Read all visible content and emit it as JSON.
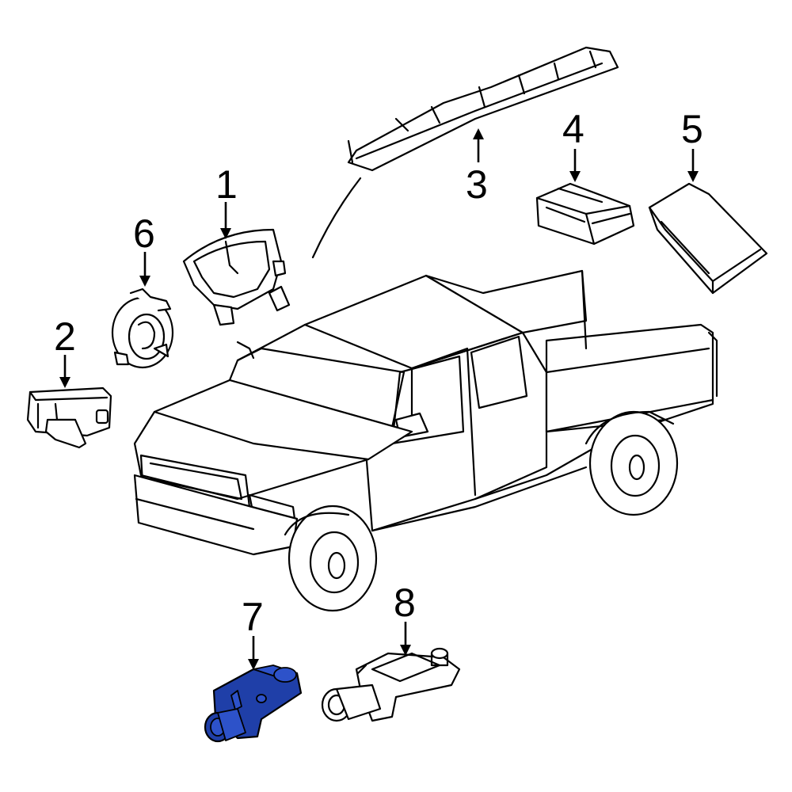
{
  "diagram": {
    "highlight_color": "#1f3fa8",
    "callouts": [
      {
        "id": "1",
        "label": "1"
      },
      {
        "id": "2",
        "label": "2"
      },
      {
        "id": "3",
        "label": "3"
      },
      {
        "id": "4",
        "label": "4"
      },
      {
        "id": "5",
        "label": "5"
      },
      {
        "id": "6",
        "label": "6"
      },
      {
        "id": "7",
        "label": "7",
        "highlighted": true
      },
      {
        "id": "8",
        "label": "8"
      }
    ]
  }
}
